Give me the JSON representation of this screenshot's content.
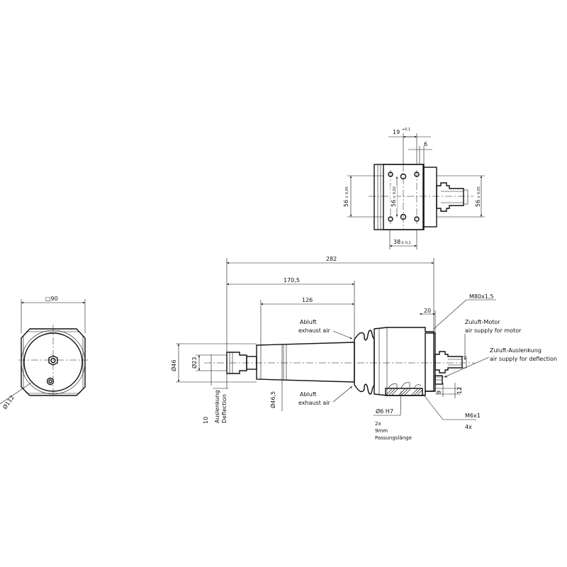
{
  "colors": {
    "ink": "#111111",
    "paper": "#ffffff"
  },
  "top_view": {
    "dim_19": "19",
    "dim_19_tol": "+0,1",
    "dim_6": "6",
    "dim_56_left": "56",
    "dim_56_left_tol": "± 0,05",
    "dim_56_mid": "56",
    "dim_56_mid_tol": "± 0,02",
    "dim_56_right": "56",
    "dim_56_right_tol": "± 0,05",
    "dim_38": "38",
    "dim_38_tol": "± 0,1"
  },
  "front_view": {
    "square_90": "□90",
    "dia_112": "Ø112"
  },
  "side_view": {
    "len_282": "282",
    "len_170_5": "170,5",
    "len_126": "126",
    "len_20": "20",
    "thread_m80": "M80x1,5",
    "dia_46": "Ø46",
    "dia_23": "Ø23",
    "dia_46_5": "Ø46,5",
    "deflection_value": "10",
    "deflection_de": "Auslenkung",
    "deflection_en": "Deflection",
    "abluft_top_de": "Abluft",
    "abluft_top_en": "exhaust air",
    "abluft_bottom_de": "Abluft",
    "abluft_bottom_en": "exhaust air",
    "motor_supply_de": "Zuluft-Motor",
    "motor_supply_en": "air supply for motor",
    "deflection_supply_de": "Zuluft-Auslenkung",
    "deflection_supply_en": "air supply for deflection",
    "dim_9": "9",
    "dim_12": "12",
    "pin_hole": "Ø6 H7",
    "pin_count": "2x",
    "pin_depth": "9mm",
    "pin_fit_length": "Passungslänge",
    "screw_thread": "M6x1",
    "screw_count": "4x"
  }
}
